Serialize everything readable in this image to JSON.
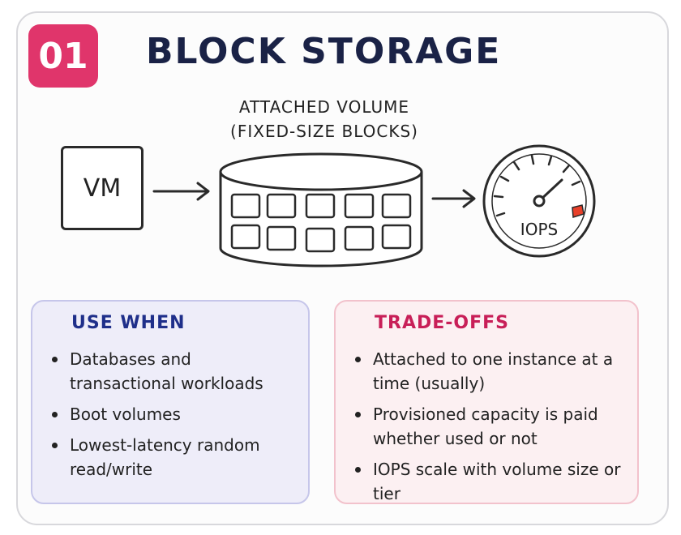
{
  "badge": "01",
  "title": "BLOCK STORAGE",
  "diagram": {
    "volume_label_line1": "ATTACHED VOLUME",
    "volume_label_line2": "(FIXED-SIZE BLOCKS)",
    "vm_label": "VM",
    "gauge_label": "IOPS"
  },
  "use_when": {
    "heading": "USE WHEN",
    "items": [
      "Databases and transactional workloads",
      "Boot volumes",
      "Lowest-latency random read/write"
    ]
  },
  "trade_offs": {
    "heading": "TRADE-OFFS",
    "items": [
      "Attached to one instance at a time (usually)",
      "Provisioned capacity is paid whether used or not",
      "IOPS scale with volume size or tier"
    ]
  },
  "colors": {
    "badge": "#e0356b",
    "title": "#1a2246",
    "use_when_heading": "#1f2f8a",
    "trade_offs_heading": "#c81f58",
    "gauge_redline": "#e8402a"
  }
}
